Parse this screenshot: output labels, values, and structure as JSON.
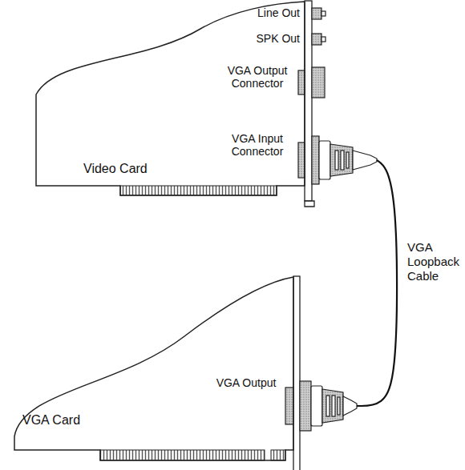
{
  "diagram": {
    "nodes": [
      {
        "text": [
          "Video Card"
        ]
      },
      {
        "text": [
          "VGA Card"
        ]
      }
    ],
    "edges": [
      {
        "from": 1,
        "to": 0,
        "arrow": "none",
        "label": "VGA Loopback Cable"
      }
    ],
    "labels": [
      "Line Out",
      "SPK Out",
      "VGA Output Connector",
      "VGA Input Connector",
      "VGA Output"
    ]
  }
}
